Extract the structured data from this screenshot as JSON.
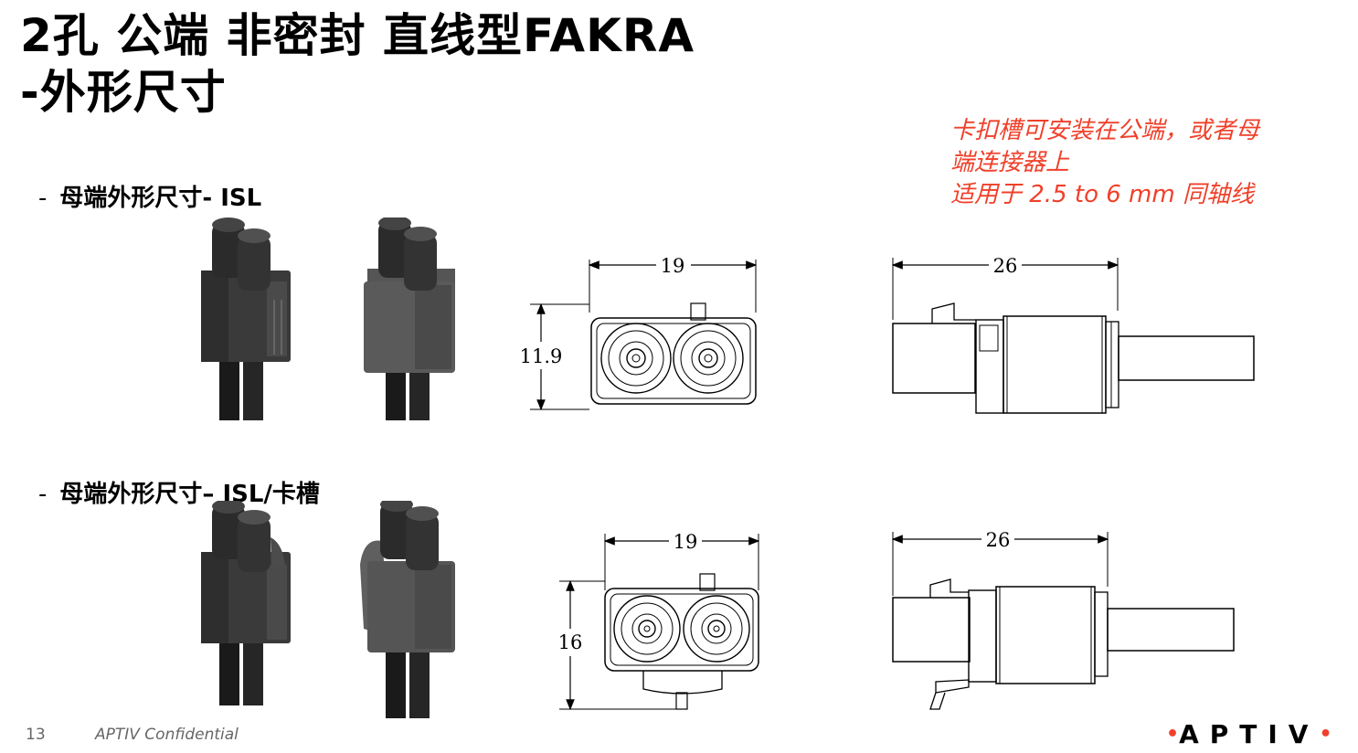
{
  "slide": {
    "title_line1": "2孔 公端 非密封 直线型FAKRA",
    "title_line2": "-外形尺寸",
    "note_line1": "卡扣槽可安装在公端，或者母",
    "note_line2": "端连接器上",
    "note_line3": "适用于 2.5 to 6 mm 同轴线",
    "accent_color": "#f0402a"
  },
  "section1": {
    "bullet": "-",
    "label": "母端外形尺寸- ISL",
    "front_width": "19",
    "front_height": "11.9",
    "side_length": "26"
  },
  "section2": {
    "bullet": "-",
    "label": "母端外形尺寸– ISL/卡槽",
    "front_width": "19",
    "front_height": "16",
    "side_length": "26"
  },
  "footer": {
    "page_number": "13",
    "confidential": "APTIV Confidential",
    "logo_text": "APTIV",
    "logo_dot": "•"
  }
}
